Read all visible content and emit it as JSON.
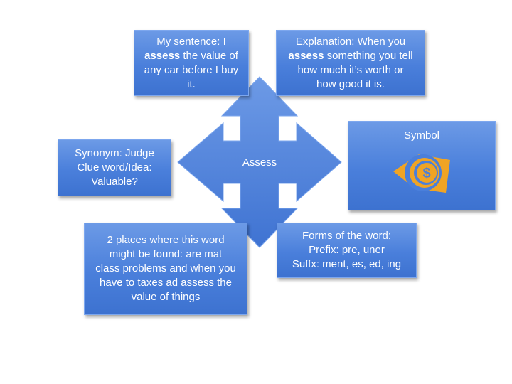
{
  "center": {
    "label": "Assess"
  },
  "sentence": {
    "line1": "My sentence: I",
    "word": "assess",
    "line2_rest": " the value of",
    "line3": "any car before I buy",
    "line4": "it."
  },
  "explanation": {
    "line1": "Explanation: When you",
    "word": "assess",
    "line2_rest": " something you tell",
    "line3": "how much it’s worth or",
    "line4": "how good it is."
  },
  "symbol": {
    "title": "Symbol",
    "icon": "dollar-coin-icon"
  },
  "synonym": {
    "line1": "Synonym: Judge",
    "line2": "Clue word/Idea:",
    "line3": "Valuable?"
  },
  "places": {
    "line1": "2 places where this word",
    "line2": "might be found: are mat",
    "line3": "class problems and when you",
    "line4": "have to taxes ad assess the",
    "line5": "value of things"
  },
  "forms": {
    "line1": "Forms of the word:",
    "line2": "Prefix: pre, uner",
    "line3": "Suffx: ment, es, ed, ing"
  },
  "colors": {
    "box_fill": "#4a7fdb",
    "arrow_fill": "#5b8ce0",
    "icon_orange": "#f0a424",
    "icon_blue": "#4a7fdb"
  }
}
